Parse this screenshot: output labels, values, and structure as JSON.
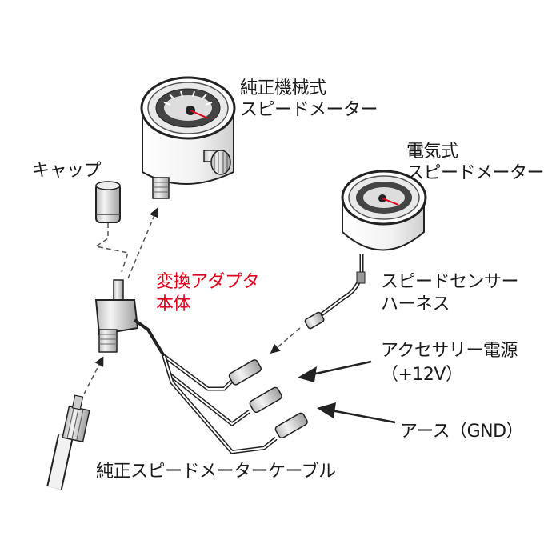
{
  "labels": {
    "mech_meter_line1": "純正機械式",
    "mech_meter_line2": "スピードメーター",
    "elec_meter_line1": "電気式",
    "elec_meter_line2": "スピードメーター",
    "cap": "キャップ",
    "adapter_line1": "変換アダプタ",
    "adapter_line2": "本体",
    "sensor_harness_line1": "スピードセンサー",
    "sensor_harness_line2": "ハーネス",
    "accessory_power_line1": "アクセサリー電源",
    "accessory_power_line2": "（+12V）",
    "ground": "アース（GND）",
    "cable": "純正スピードメーターケーブル"
  },
  "colors": {
    "ink": "#1a1a1a",
    "accent": "#e0001b",
    "metal": "#d9d9d9"
  }
}
